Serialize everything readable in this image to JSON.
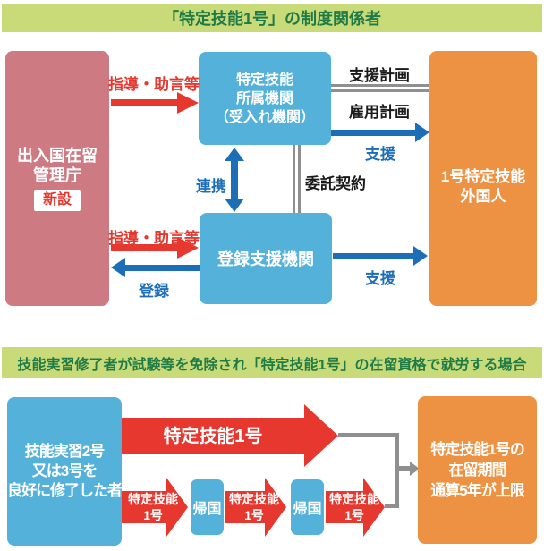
{
  "colors": {
    "header_bg": "#c9da79",
    "header_text": "#1f7b46",
    "pink_box": "#cd7a83",
    "blue_box": "#53b1da",
    "orange_box": "#ec9242",
    "red_arrow": "#e6382e",
    "blue_arrow": "#1c6eb7",
    "gray_line": "#8f8f8f"
  },
  "section1": {
    "title": "「特定技能1号」の制度関係者",
    "immigration": {
      "label": "出入国在留\n管理庁",
      "badge": "新設"
    },
    "accepting_org": {
      "label": "特定技能\n所属機関\n（受入れ機関）"
    },
    "support_org": {
      "label": "登録支援機関"
    },
    "foreigner": {
      "label": "1号特定技能\n外国人"
    },
    "arrows": {
      "guidance_top": "指導・助言等",
      "guidance_bottom": "指導・助言等",
      "support_plan": "支援計画",
      "employment_plan": "雇用計画",
      "support_top": "支援",
      "support_bottom": "支援",
      "cooperation": "連携",
      "entrustment_contract": "委託契約",
      "registration": "登録"
    }
  },
  "section2": {
    "title": "技能実習修了者が試験等を免除され「特定技能1号」の在留資格で就労する場合",
    "trainee": {
      "label": "技能実習2号\n又は3号を\n良好に修了した者"
    },
    "big_arrow_label": "特定技能1号",
    "timeline": {
      "arrow1": "特定技能\n1号",
      "return1": "帰国",
      "arrow2": "特定技能\n1号",
      "return2": "帰国",
      "arrow3": "特定技能\n1号"
    },
    "limit": {
      "label": "特定技能1号の\n在留期間\n通算5年が上限"
    }
  }
}
